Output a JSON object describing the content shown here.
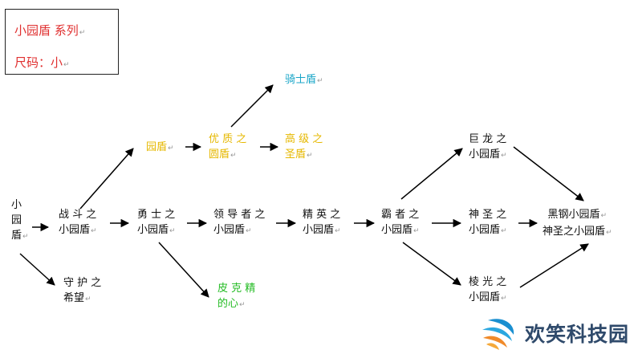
{
  "infobox": {
    "line1": "小园盾  系列",
    "line2": "尺码：小"
  },
  "nodes": {
    "xiao_yuan_dun": {
      "lines": [
        "小",
        "园",
        "盾"
      ]
    },
    "zhan_dou": {
      "lines": [
        "战 斗 之",
        "小园盾"
      ]
    },
    "shou_hu": {
      "lines": [
        "守 护 之",
        "希望"
      ]
    },
    "yuan_dun": {
      "lines": [
        "园盾"
      ]
    },
    "yong_shi": {
      "lines": [
        "勇 士 之",
        "小园盾"
      ]
    },
    "you_zhi": {
      "lines": [
        "优 质 之",
        "圆盾"
      ]
    },
    "qi_shi": {
      "lines": [
        "骑士盾"
      ]
    },
    "gao_ji": {
      "lines": [
        "高 级 之",
        "圣盾"
      ]
    },
    "ling_dao": {
      "lines": [
        "领 导 者 之",
        "小园盾"
      ]
    },
    "jing_ying": {
      "lines": [
        "精 英 之",
        "小园盾"
      ]
    },
    "ba_zhe": {
      "lines": [
        "霸 者 之",
        "小园盾"
      ]
    },
    "pi_ke": {
      "lines": [
        "皮 克 精",
        "的心"
      ]
    },
    "ju_long": {
      "lines": [
        "巨 龙 之",
        "小园盾"
      ]
    },
    "shen_sheng": {
      "lines": [
        "神 圣 之",
        "小园盾"
      ]
    },
    "leng_guang": {
      "lines": [
        "棱 光 之",
        "小园盾"
      ]
    },
    "final": {
      "lines": [
        "黑钢小园盾",
        "神圣之小园盾"
      ]
    }
  },
  "logo": {
    "text": "欢笑科技园"
  },
  "colors": {
    "infobox_text": "#e03030",
    "yellow": "#e6b800",
    "cyan": "#1aa6c8",
    "green": "#22bb22",
    "logo_text": "#2f4a6b"
  }
}
